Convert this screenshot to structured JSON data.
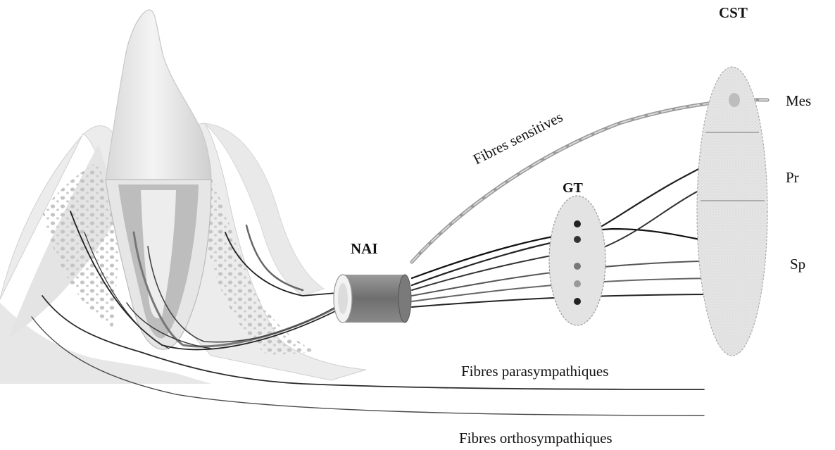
{
  "labels": {
    "cst": "CST",
    "mes": "Mes",
    "pr": "Pr",
    "sp": "Sp",
    "gt": "GT",
    "nai": "NAI",
    "fibres_sensitives": "Fibres sensitives",
    "fibres_parasympathiques": "Fibres parasympathiques",
    "fibres_orthosympathiques": "Fibres orthosympathiques"
  }
}
